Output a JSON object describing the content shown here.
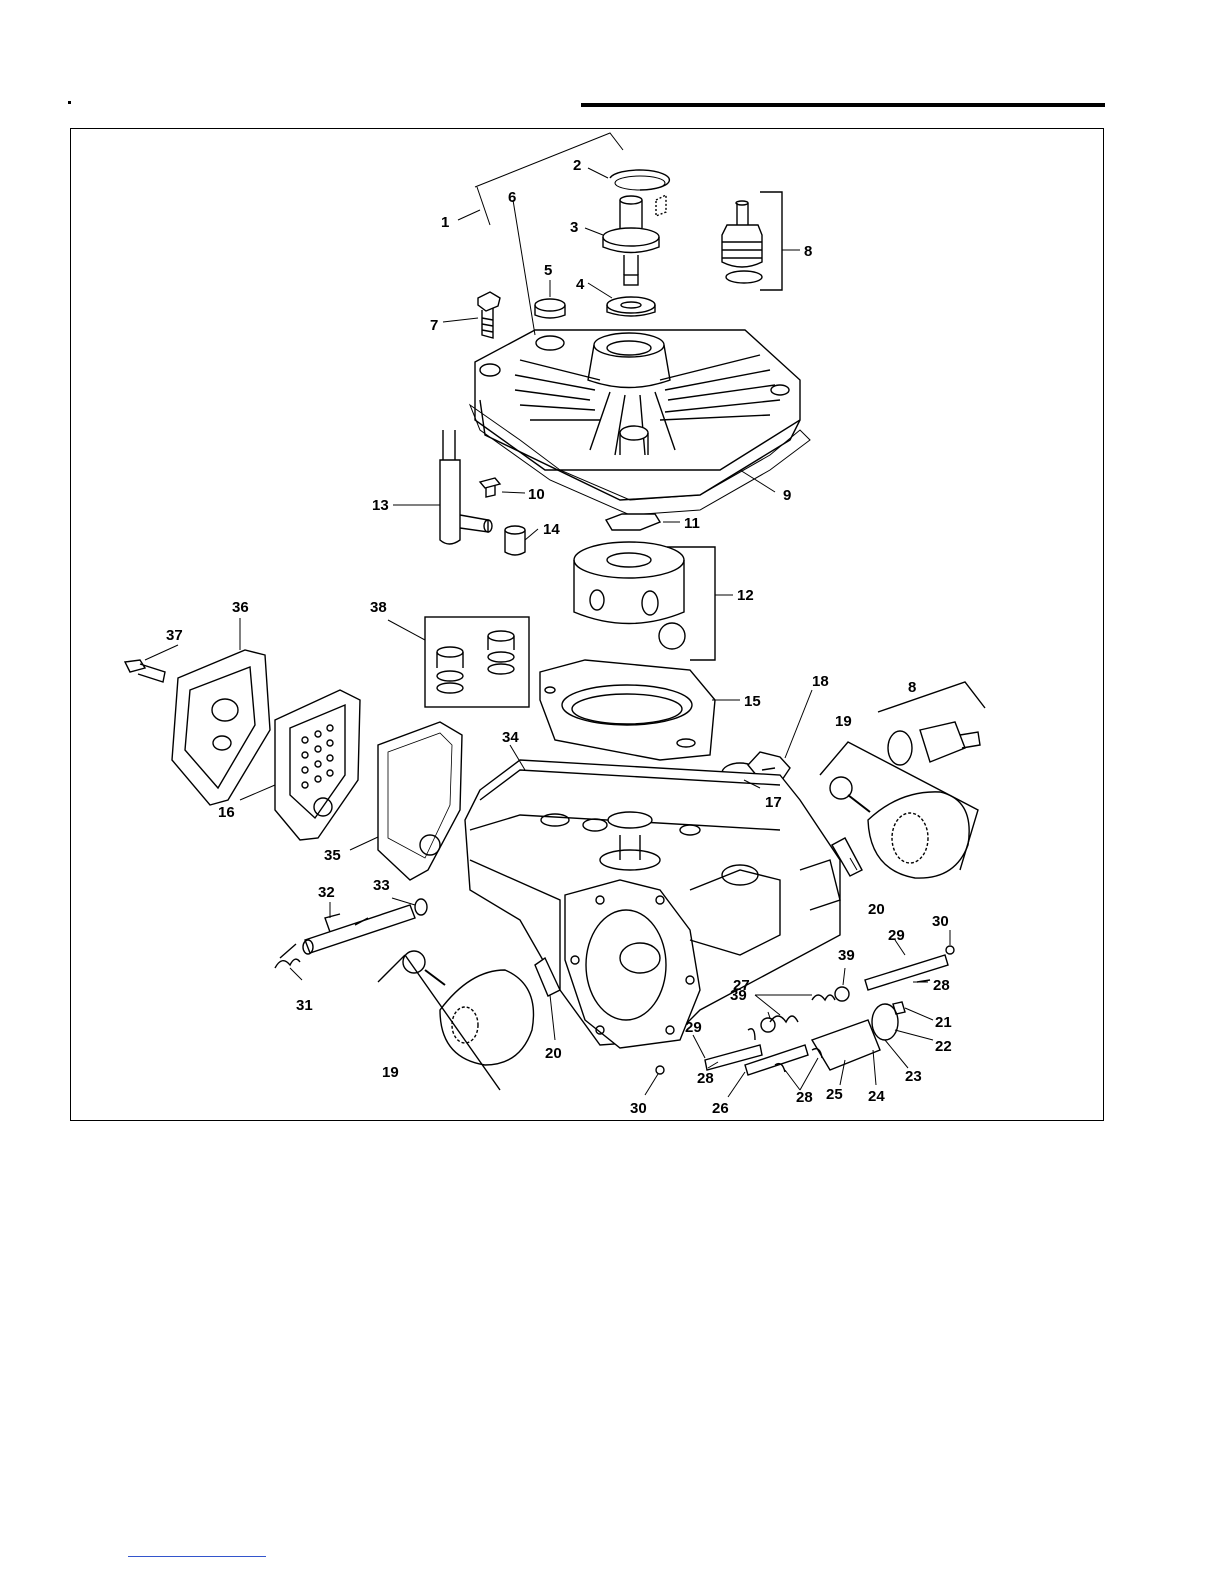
{
  "diagram": {
    "callouts": [
      "1",
      "2",
      "3",
      "4",
      "5",
      "6",
      "7",
      "8",
      "9",
      "10",
      "11",
      "12",
      "13",
      "14",
      "15",
      "16",
      "17",
      "18",
      "19",
      "20",
      "21",
      "22",
      "23",
      "24",
      "25",
      "26",
      "27",
      "28",
      "29",
      "30",
      "31",
      "32",
      "33",
      "34",
      "35",
      "36",
      "37",
      "38",
      "39"
    ],
    "labels": [
      {
        "id": "1",
        "text": "1"
      },
      {
        "id": "2",
        "text": "2"
      },
      {
        "id": "3",
        "text": "3"
      },
      {
        "id": "4",
        "text": "4"
      },
      {
        "id": "5",
        "text": "5"
      },
      {
        "id": "6",
        "text": "6"
      },
      {
        "id": "7",
        "text": "7"
      },
      {
        "id": "8a",
        "text": "8"
      },
      {
        "id": "9",
        "text": "9"
      },
      {
        "id": "10",
        "text": "10"
      },
      {
        "id": "11",
        "text": "11"
      },
      {
        "id": "12",
        "text": "12"
      },
      {
        "id": "13",
        "text": "13"
      },
      {
        "id": "14",
        "text": "14"
      },
      {
        "id": "15",
        "text": "15"
      },
      {
        "id": "16",
        "text": "16"
      },
      {
        "id": "17",
        "text": "17"
      },
      {
        "id": "18",
        "text": "18"
      },
      {
        "id": "19a",
        "text": "19"
      },
      {
        "id": "8b",
        "text": "8"
      },
      {
        "id": "20a",
        "text": "20"
      },
      {
        "id": "34",
        "text": "34"
      },
      {
        "id": "35",
        "text": "35"
      },
      {
        "id": "36",
        "text": "36"
      },
      {
        "id": "37",
        "text": "37"
      },
      {
        "id": "38",
        "text": "38"
      },
      {
        "id": "32",
        "text": "32"
      },
      {
        "id": "33",
        "text": "33"
      },
      {
        "id": "31",
        "text": "31"
      },
      {
        "id": "19b",
        "text": "19"
      },
      {
        "id": "20b",
        "text": "20"
      },
      {
        "id": "29a",
        "text": "29"
      },
      {
        "id": "30a",
        "text": "30"
      },
      {
        "id": "28a",
        "text": "28"
      },
      {
        "id": "21",
        "text": "21"
      },
      {
        "id": "22",
        "text": "22"
      },
      {
        "id": "23",
        "text": "23"
      },
      {
        "id": "24",
        "text": "24"
      },
      {
        "id": "25",
        "text": "25"
      },
      {
        "id": "26",
        "text": "26"
      },
      {
        "id": "27",
        "text": "27"
      },
      {
        "id": "28b",
        "text": "28"
      },
      {
        "id": "28c",
        "text": "28"
      },
      {
        "id": "29b",
        "text": "29"
      },
      {
        "id": "30b",
        "text": "30"
      },
      {
        "id": "39a",
        "text": "39"
      },
      {
        "id": "39b",
        "text": "39"
      }
    ]
  }
}
